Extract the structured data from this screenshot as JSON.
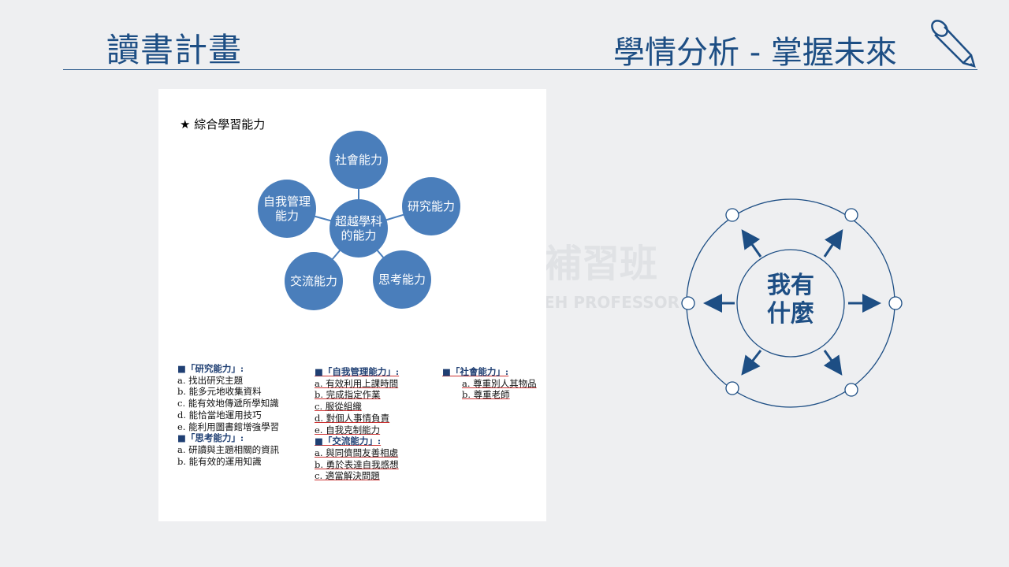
{
  "header": {
    "left_title": "讀書計畫",
    "right_title": "學情分析 - 掌握未來",
    "icon": "pencil-icon"
  },
  "watermark": {
    "line1": "補習班",
    "line2": "EH PROFESSOR"
  },
  "doc": {
    "heading": "★  綜合學習能力",
    "diagram": {
      "center": "超越學科的能力",
      "nodes": [
        "社會能力",
        "研究能力",
        "思考能力",
        "交流能力",
        "自我管理能力"
      ]
    },
    "sections": [
      {
        "title": "■「研究能力」:",
        "items": [
          "a. 找出研究主題",
          "b. 能多元地收集資料",
          "c. 能有效地傳遞所學知識",
          "d. 能恰當地運用技巧",
          "e. 能利用圖書館增強學習"
        ]
      },
      {
        "title": "■「思考能力」:",
        "items": [
          "a. 研讀與主題相關的資訊",
          "b. 能有效的運用知識"
        ]
      },
      {
        "title": "■「自我管理能力」:",
        "items": [
          "a. 有效利用上課時間",
          "b. 完成指定作業",
          "c. 服從組織",
          "d. 對個人事情負責",
          "e. 自我克制能力"
        ]
      },
      {
        "title": "■「交流能力」:",
        "items": [
          "a. 與同儕間友善相處",
          "b. 勇於表達自我感想",
          "c. 適當解決問題"
        ]
      },
      {
        "title": "■「社會能力」:",
        "items": [
          "a. 尊重別人其物品",
          "b. 尊重老師"
        ]
      }
    ]
  },
  "right_diagram": {
    "center_line1": "我有",
    "center_line2": "什麼"
  },
  "colors": {
    "accent": "#1d4e84",
    "node": "#4a7ebb"
  }
}
